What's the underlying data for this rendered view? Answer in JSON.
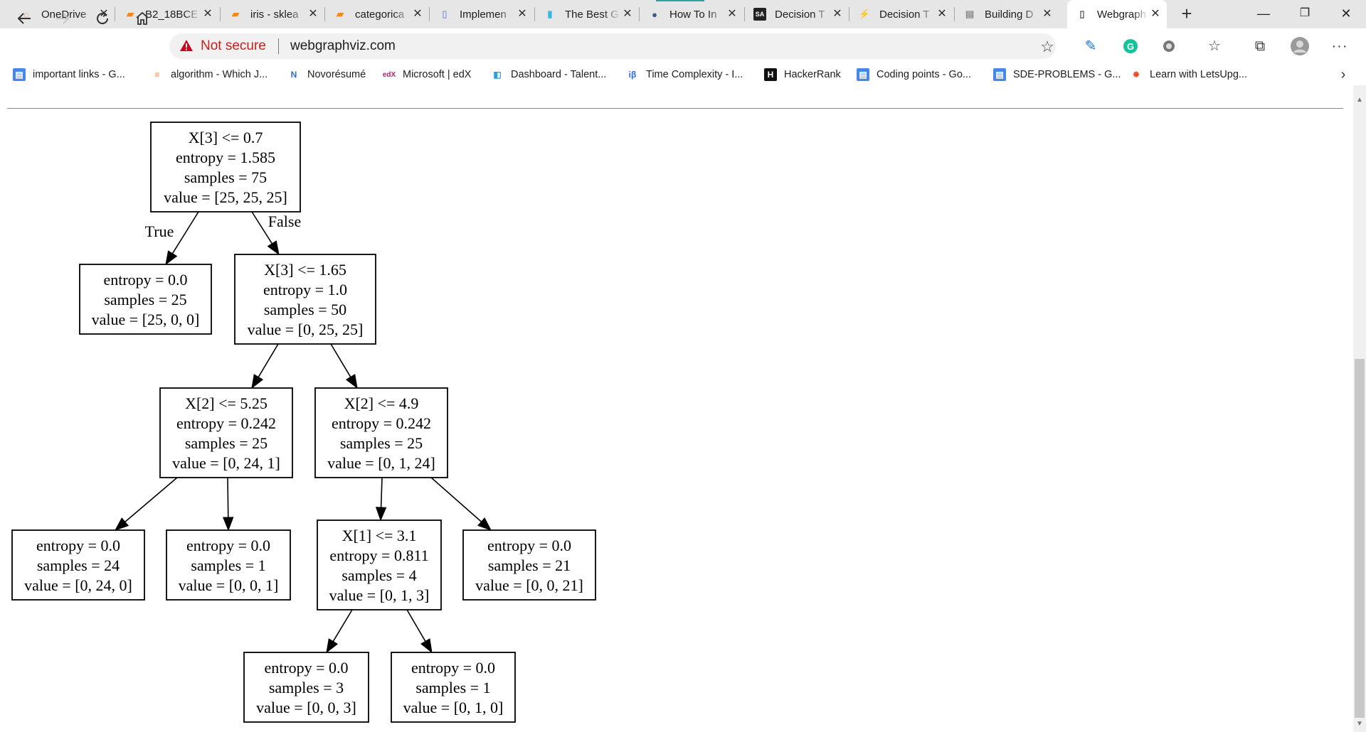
{
  "browser": {
    "tabs": [
      {
        "title": "OneDrive",
        "icon": "onedrive-icon",
        "color": "#e8712a"
      },
      {
        "title": "B2_18BCE",
        "icon": "notebook-icon",
        "color": "#f08a1c"
      },
      {
        "title": "iris - sklea",
        "icon": "notebook-icon",
        "color": "#f08a1c"
      },
      {
        "title": "categorica",
        "icon": "notebook-icon",
        "color": "#f08a1c"
      },
      {
        "title": "Implemen",
        "icon": "page-icon",
        "color": "#8aa1d8"
      },
      {
        "title": "The Best G",
        "icon": "bars-icon",
        "color": "#3cb8e0"
      },
      {
        "title": "How To In",
        "icon": "avatar-icon",
        "color": "#3a5b8a"
      },
      {
        "title": "Decision T",
        "icon": "sa-icon",
        "color": "#222222"
      },
      {
        "title": "Decision T",
        "icon": "flame-icon",
        "color": "#f29a1f"
      },
      {
        "title": "Building D",
        "icon": "doc-icon",
        "color": "#8c8c8c"
      },
      {
        "title": "Webgraph",
        "icon": "page-icon",
        "color": "#555555"
      }
    ],
    "window_controls": {
      "minimize": "—",
      "restore": "❐",
      "close": "✕"
    },
    "omnibox": {
      "security_label": "Not secure",
      "url": "webgraphviz.com"
    },
    "bookmarks": [
      {
        "label": "important links - G...",
        "icon": "gdoc-icon",
        "color": "#4a86e8"
      },
      {
        "label": "algorithm - Which J...",
        "icon": "stack-icon",
        "color": "#f48024"
      },
      {
        "label": "Novorésumé",
        "icon": "novo-icon",
        "color": "#2a6ad8"
      },
      {
        "label": "Microsoft | edX",
        "icon": "edx-icon",
        "color": "#b3206a"
      },
      {
        "label": "Dashboard - Talent...",
        "icon": "talent-icon",
        "color": "#2a9fd8"
      },
      {
        "label": "Time Complexity - I...",
        "icon": "ib-icon",
        "color": "#2a6ad8"
      },
      {
        "label": "HackerRank",
        "icon": "hackerrank-icon",
        "color": "#111111"
      },
      {
        "label": "Coding points - Go...",
        "icon": "gdoc-icon",
        "color": "#4a86e8"
      },
      {
        "label": "SDE-PROBLEMS - G...",
        "icon": "gdoc-icon",
        "color": "#4a86e8"
      },
      {
        "label": "Learn with LetsUpg...",
        "icon": "rocket-icon",
        "color": "#e94b2b"
      }
    ]
  },
  "tree": {
    "nodes": [
      {
        "id": "n0",
        "lines": [
          "X[3] <= 0.7",
          "entropy = 1.585",
          "samples = 75",
          "value = [25, 25, 25]"
        ]
      },
      {
        "id": "n1",
        "lines": [
          "entropy = 0.0",
          "samples = 25",
          "value = [25, 0, 0]"
        ]
      },
      {
        "id": "n2",
        "lines": [
          "X[3] <= 1.65",
          "entropy = 1.0",
          "samples = 50",
          "value = [0, 25, 25]"
        ]
      },
      {
        "id": "n3",
        "lines": [
          "X[2] <= 5.25",
          "entropy = 0.242",
          "samples = 25",
          "value = [0, 24, 1]"
        ]
      },
      {
        "id": "n4",
        "lines": [
          "X[2] <= 4.9",
          "entropy = 0.242",
          "samples = 25",
          "value = [0, 1, 24]"
        ]
      },
      {
        "id": "n5",
        "lines": [
          "entropy = 0.0",
          "samples = 24",
          "value = [0, 24, 0]"
        ]
      },
      {
        "id": "n6",
        "lines": [
          "entropy = 0.0",
          "samples = 1",
          "value = [0, 0, 1]"
        ]
      },
      {
        "id": "n7",
        "lines": [
          "X[1] <= 3.1",
          "entropy = 0.811",
          "samples = 4",
          "value = [0, 1, 3]"
        ]
      },
      {
        "id": "n8",
        "lines": [
          "entropy = 0.0",
          "samples = 21",
          "value = [0, 0, 21]"
        ]
      },
      {
        "id": "n9",
        "lines": [
          "entropy = 0.0",
          "samples = 3",
          "value = [0, 0, 3]"
        ]
      },
      {
        "id": "n10",
        "lines": [
          "entropy = 0.0",
          "samples = 1",
          "value = [0, 1, 0]"
        ]
      }
    ],
    "edges": [
      {
        "from": "n0",
        "to": "n1",
        "label": "True"
      },
      {
        "from": "n0",
        "to": "n2",
        "label": "False"
      },
      {
        "from": "n2",
        "to": "n3",
        "label": ""
      },
      {
        "from": "n2",
        "to": "n4",
        "label": ""
      },
      {
        "from": "n3",
        "to": "n5",
        "label": ""
      },
      {
        "from": "n3",
        "to": "n6",
        "label": ""
      },
      {
        "from": "n4",
        "to": "n7",
        "label": ""
      },
      {
        "from": "n4",
        "to": "n8",
        "label": ""
      },
      {
        "from": "n7",
        "to": "n9",
        "label": ""
      },
      {
        "from": "n7",
        "to": "n10",
        "label": ""
      }
    ]
  }
}
